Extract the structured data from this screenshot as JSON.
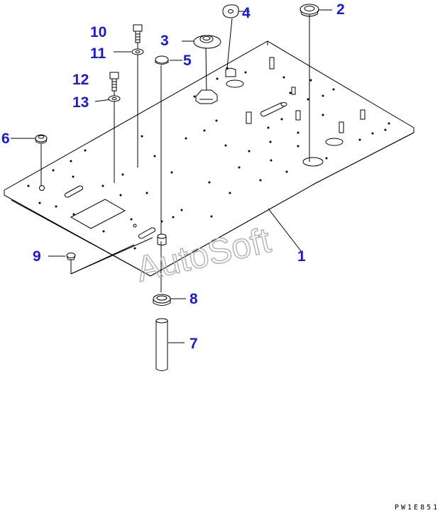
{
  "callouts": [
    {
      "id": "c1",
      "label": "1"
    },
    {
      "id": "c2",
      "label": "2"
    },
    {
      "id": "c3",
      "label": "3"
    },
    {
      "id": "c4",
      "label": "4"
    },
    {
      "id": "c5",
      "label": "5"
    },
    {
      "id": "c6",
      "label": "6"
    },
    {
      "id": "c7",
      "label": "7"
    },
    {
      "id": "c8",
      "label": "8"
    },
    {
      "id": "c9",
      "label": "9"
    },
    {
      "id": "c10",
      "label": "10"
    },
    {
      "id": "c11",
      "label": "11"
    },
    {
      "id": "c12",
      "label": "12"
    },
    {
      "id": "c13",
      "label": "13"
    }
  ],
  "watermark": "AutoSoft",
  "drawing_code": "PW1E851",
  "colors": {
    "callout": "#1a1ad6",
    "line": "#000000",
    "watermark": "#b0b0b0"
  }
}
